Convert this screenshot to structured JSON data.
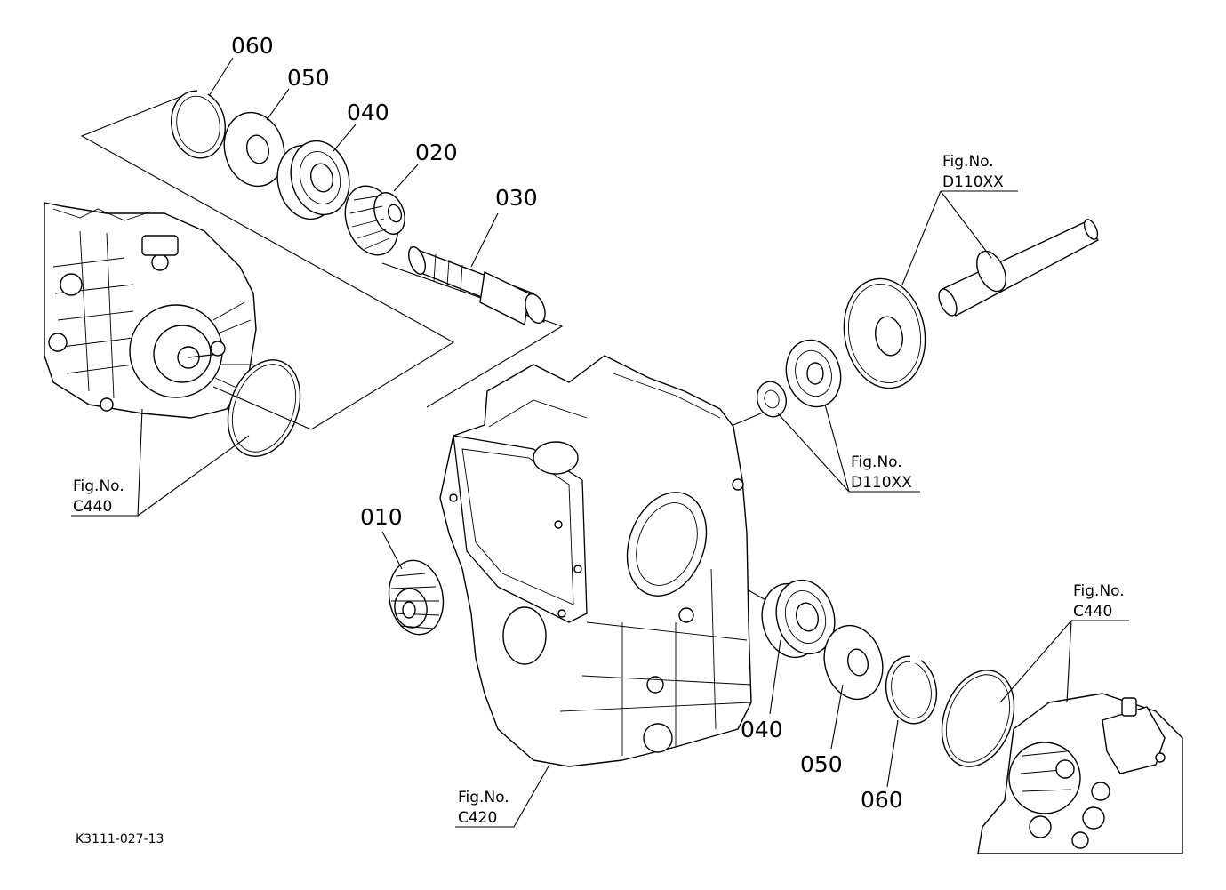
{
  "diagram_code": "K3111-027-13",
  "part_numbers": {
    "snap_ring_top": "060",
    "washer_top": "050",
    "bearing_top": "040",
    "bevel_gear_top": "020",
    "shaft": "030",
    "bevel_gear_bottom": "010",
    "bearing_bottom": "040",
    "washer_bottom": "050",
    "snap_ring_bottom": "060"
  },
  "figure_refs": [
    {
      "line1": "Fig.No.",
      "line2": "C440"
    },
    {
      "line1": "Fig.No.",
      "line2": "D110XX"
    },
    {
      "line1": "Fig.No.",
      "line2": "D110XX"
    },
    {
      "line1": "Fig.No.",
      "line2": "C440"
    },
    {
      "line1": "Fig.No.",
      "line2": "C420"
    }
  ]
}
